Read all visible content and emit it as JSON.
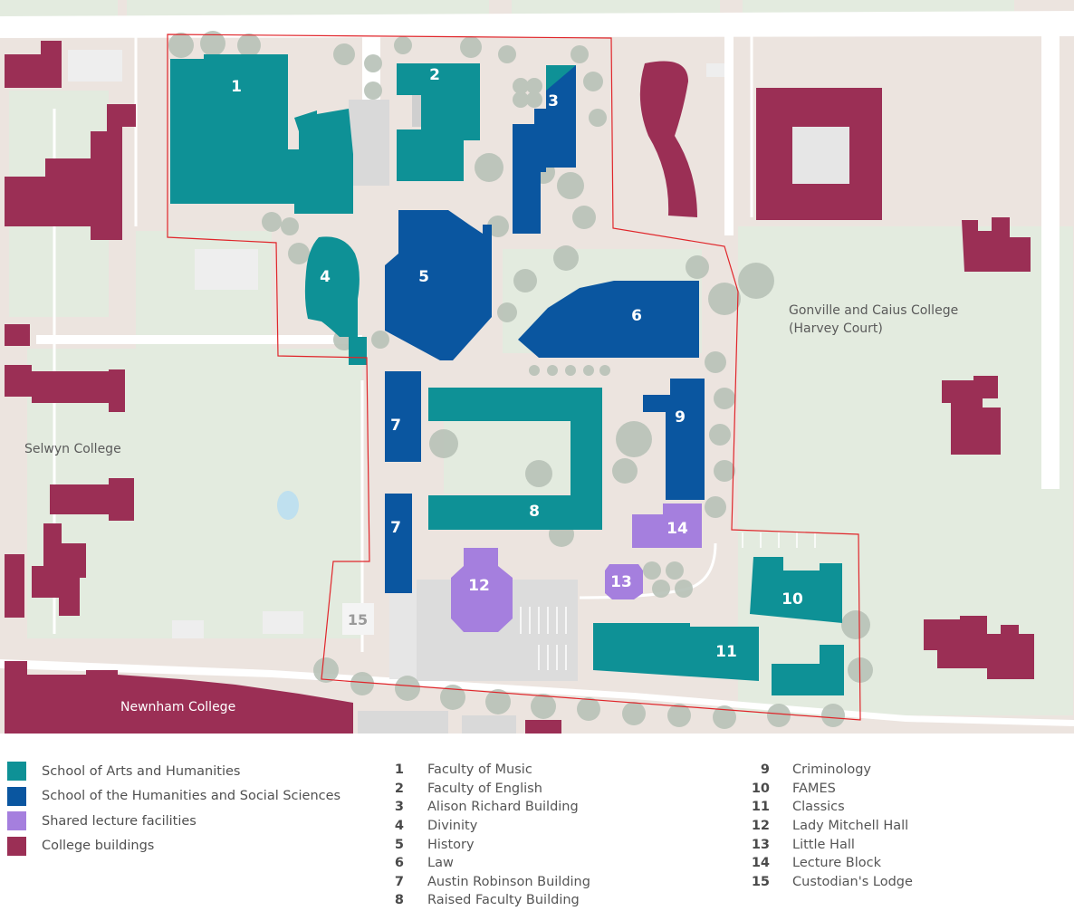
{
  "colors": {
    "arts_humanities": "#0e9196",
    "humanities_social": "#0a56a0",
    "shared_lecture": "#a57fde",
    "college": "#9b2f55",
    "site_boundary": "#e0252a",
    "ground": "#ece4df",
    "green": "#e3ebdf",
    "tree": "#b8c2b8",
    "road": "#ffffff"
  },
  "map": {
    "places": [
      {
        "id": "selwyn",
        "label": "Selwyn College"
      },
      {
        "id": "caius",
        "label": "Gonville and Caius College (Harvey Court)"
      },
      {
        "id": "newnham",
        "label": "Newnham College"
      }
    ],
    "buildings": [
      {
        "number": "1",
        "category": "arts_humanities"
      },
      {
        "number": "2",
        "category": "arts_humanities"
      },
      {
        "number": "3",
        "category": "humanities_social"
      },
      {
        "number": "4",
        "category": "arts_humanities"
      },
      {
        "number": "5",
        "category": "humanities_social"
      },
      {
        "number": "6",
        "category": "humanities_social"
      },
      {
        "number": "7",
        "category": "humanities_social"
      },
      {
        "number": "8",
        "category": "arts_humanities"
      },
      {
        "number": "9",
        "category": "humanities_social"
      },
      {
        "number": "10",
        "category": "arts_humanities"
      },
      {
        "number": "11",
        "category": "arts_humanities"
      },
      {
        "number": "12",
        "category": "shared_lecture"
      },
      {
        "number": "13",
        "category": "shared_lecture"
      },
      {
        "number": "14",
        "category": "shared_lecture"
      },
      {
        "number": "15",
        "category": "custodian"
      }
    ]
  },
  "legend": {
    "types": [
      {
        "label": "School of Arts and Humanities",
        "color": "#0e9196"
      },
      {
        "label": "School of the Humanities and Social Sciences",
        "color": "#0a56a0"
      },
      {
        "label": "Shared lecture facilities",
        "color": "#a57fde"
      },
      {
        "label": "College buildings",
        "color": "#9b2f55"
      }
    ],
    "key": [
      {
        "num": "1",
        "name": "Faculty of Music"
      },
      {
        "num": "2",
        "name": "Faculty of English"
      },
      {
        "num": "3",
        "name": "Alison Richard Building"
      },
      {
        "num": "4",
        "name": "Divinity"
      },
      {
        "num": "5",
        "name": "History"
      },
      {
        "num": "6",
        "name": "Law"
      },
      {
        "num": "7",
        "name": "Austin Robinson Building"
      },
      {
        "num": "8",
        "name": "Raised Faculty Building"
      },
      {
        "num": "9",
        "name": "Criminology"
      },
      {
        "num": "10",
        "name": "FAMES"
      },
      {
        "num": "11",
        "name": "Classics"
      },
      {
        "num": "12",
        "name": "Lady Mitchell Hall"
      },
      {
        "num": "13",
        "name": "Little Hall"
      },
      {
        "num": "14",
        "name": "Lecture Block"
      },
      {
        "num": "15",
        "name": "Custodian's Lodge"
      }
    ]
  }
}
